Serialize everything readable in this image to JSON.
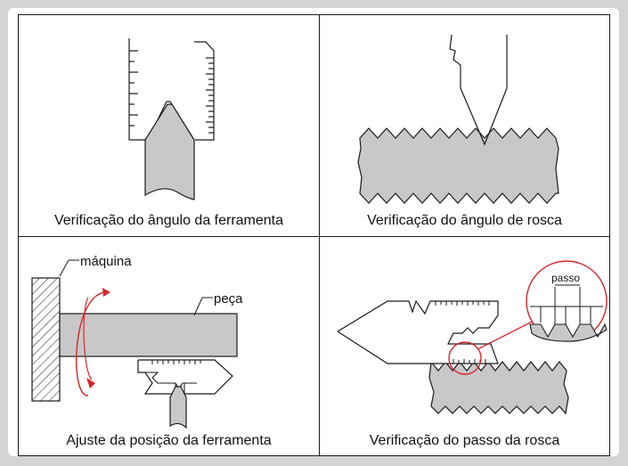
{
  "panels": {
    "tool_angle": {
      "caption": "Verificação do ângulo da ferramenta"
    },
    "thread_angle": {
      "caption": "Verificação do ângulo de rosca"
    },
    "tool_position": {
      "caption": "Ajuste da posição da ferramenta",
      "label_machine": "máquina",
      "label_part": "peça"
    },
    "thread_pitch": {
      "caption": "Verificação do passo da rosca",
      "label_pitch": "passo"
    }
  },
  "colors": {
    "part_fill": "#c8c8c8",
    "highlight": "#d8262c",
    "line": "#1a1a1a"
  }
}
